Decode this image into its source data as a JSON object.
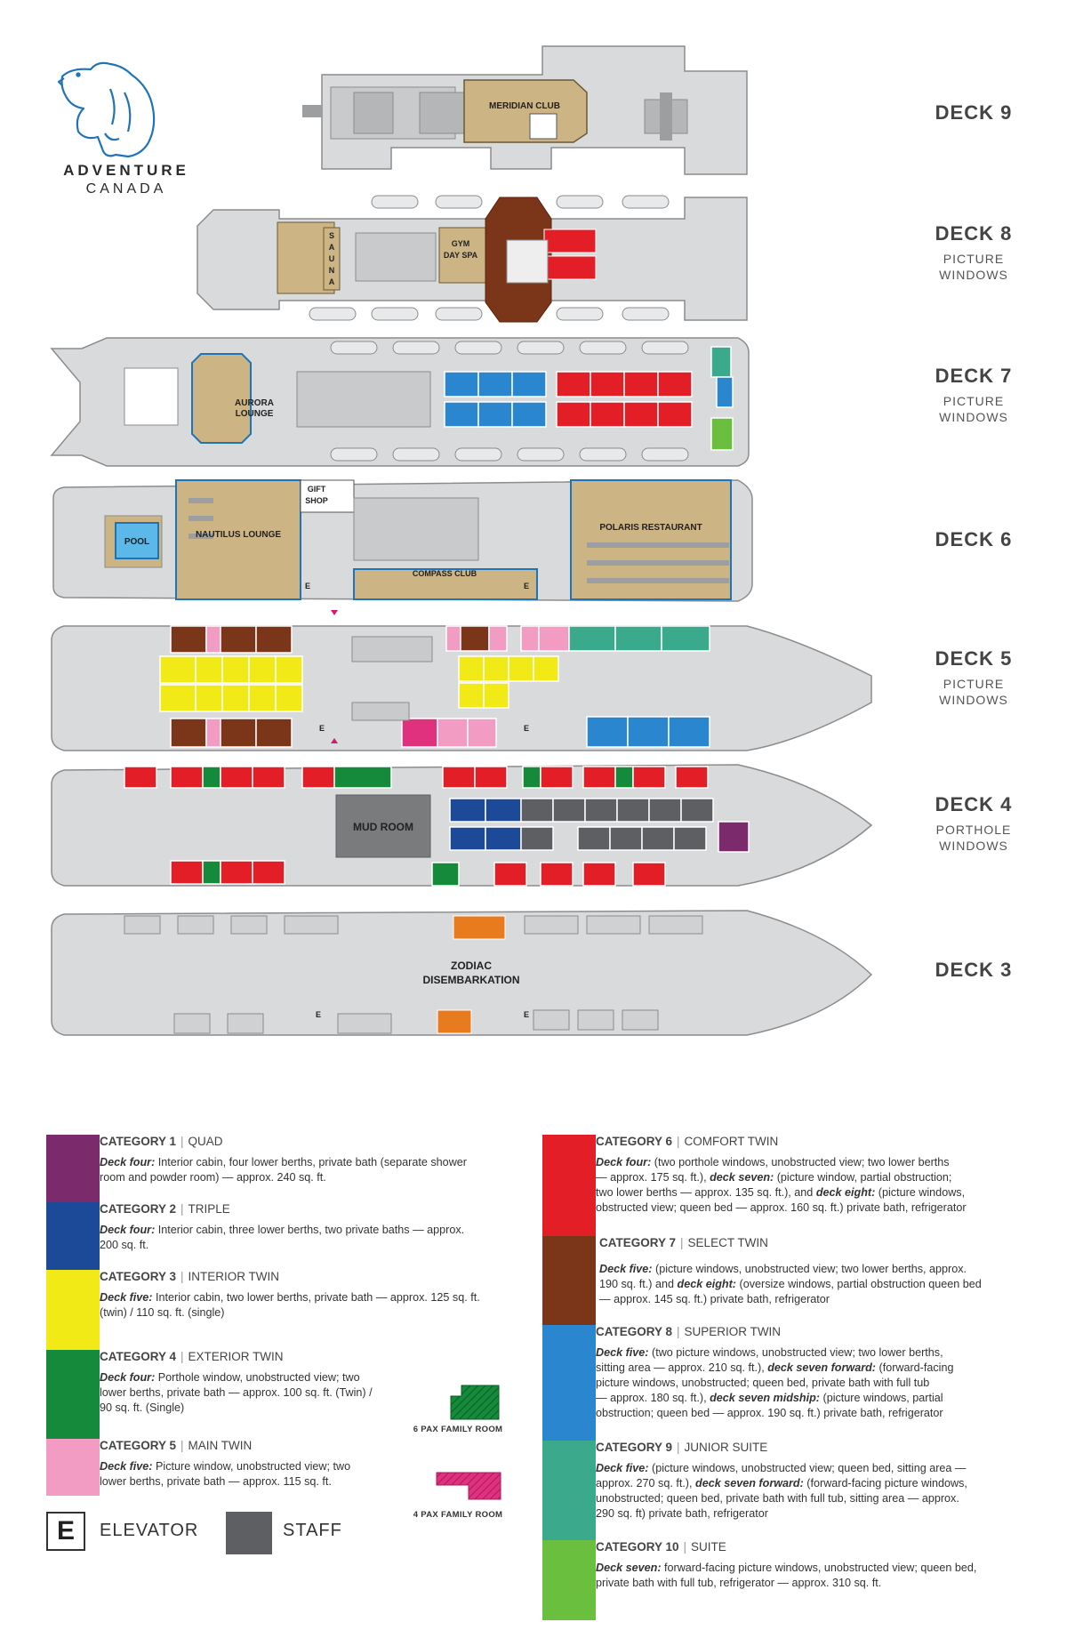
{
  "brand": {
    "line1": "ADVENTURE",
    "line2": "CANADA"
  },
  "decks": [
    {
      "name": "DECK 9",
      "note_line1": "",
      "note_line2": ""
    },
    {
      "name": "DECK 8",
      "note_line1": "PICTURE",
      "note_line2": "WINDOWS"
    },
    {
      "name": "DECK 7",
      "note_line1": "PICTURE",
      "note_line2": "WINDOWS"
    },
    {
      "name": "DECK 6",
      "note_line1": "",
      "note_line2": ""
    },
    {
      "name": "DECK 5",
      "note_line1": "PICTURE",
      "note_line2": "WINDOWS"
    },
    {
      "name": "DECK 4",
      "note_line1": "PORTHOLE",
      "note_line2": "WINDOWS"
    },
    {
      "name": "DECK 3",
      "note_line1": "",
      "note_line2": ""
    }
  ],
  "venues": {
    "meridian": "MERIDIAN CLUB",
    "gym": "GYM",
    "dayspa": "DAY SPA",
    "sauna": [
      "S",
      "A",
      "U",
      "N",
      "A"
    ],
    "aurora1": "AURORA",
    "aurora2": "LOUNGE",
    "gift1": "GIFT",
    "gift2": "SHOP",
    "pool": "POOL",
    "nautilus": "NAUTILUS LOUNGE",
    "polaris": "POLARIS RESTAURANT",
    "compass": "COMPASS CLUB",
    "mudroom": "MUD ROOM",
    "zodiac1": "ZODIAC",
    "zodiac2": "DISEMBARKATION",
    "elevator_mark": "E"
  },
  "categories": [
    {
      "id": "cat1",
      "title": "CATEGORY 1",
      "name": "QUAD",
      "color": "#7b2a6c",
      "desc": [
        {
          "b": "Deck four:",
          "t": " Interior cabin, four lower berths, private bath (separate shower"
        },
        {
          "b": "",
          "t": "room and powder room) — approx.  240 sq. ft."
        }
      ]
    },
    {
      "id": "cat2",
      "title": "CATEGORY 2",
      "name": "TRIPLE",
      "color": "#1c4a98",
      "desc": [
        {
          "b": "Deck four:",
          "t": " Interior cabin, three lower berths, two private baths — approx."
        },
        {
          "b": "",
          "t": "200 sq. ft."
        }
      ]
    },
    {
      "id": "cat3",
      "title": "CATEGORY 3",
      "name": "INTERIOR TWIN",
      "color": "#f2ea16",
      "desc": [
        {
          "b": "Deck five:",
          "t": " Interior cabin, two lower berths, private bath — approx. 125 sq. ft."
        },
        {
          "b": "",
          "t": "(twin) / 110 sq. ft. (single)"
        }
      ]
    },
    {
      "id": "cat4",
      "title": "CATEGORY 4",
      "name": "EXTERIOR TWIN",
      "color": "#148a3a",
      "desc": [
        {
          "b": "Deck four:",
          "t": " Porthole window, unobstructed view; two"
        },
        {
          "b": "",
          "t": "lower berths, private bath — approx. 100 sq. ft. (Twin) /"
        },
        {
          "b": "",
          "t": "90 sq. ft. (Single)"
        }
      ]
    },
    {
      "id": "cat5",
      "title": "CATEGORY 5",
      "name": "MAIN TWIN",
      "color": "#f29cc4",
      "desc": [
        {
          "b": "Deck five:",
          "t": " Picture window, unobstructed view; two"
        },
        {
          "b": "",
          "t": "lower berths, private bath — approx. 115 sq. ft."
        }
      ]
    },
    {
      "id": "cat6",
      "title": "CATEGORY 6",
      "name": "COMFORT TWIN",
      "color": "#e31e26",
      "desc": [
        {
          "b": "Deck four:",
          "t": " (two porthole windows, unobstructed view;  two lower berths"
        },
        {
          "b": "",
          "t": "— approx. 175 sq. ft.), "
        },
        {
          "b": "deck seven:",
          "t": " (picture window, partial obstruction;"
        },
        {
          "b": "",
          "t": "two lower berths — approx. 135 sq. ft.), and "
        },
        {
          "b": "deck eight:",
          "t": " (picture windows,"
        },
        {
          "b": "",
          "t": "obstructed view; queen bed — approx. 160 sq. ft.) private bath, refrigerator"
        }
      ]
    },
    {
      "id": "cat7",
      "title": "CATEGORY 7",
      "name": "SELECT TWIN",
      "color": "#7b3519",
      "desc": [
        {
          "b": "Deck five:",
          "t": " (picture windows, unobstructed view; two lower berths, approx."
        },
        {
          "b": "",
          "t": "190 sq. ft.) and "
        },
        {
          "b": "deck eight:",
          "t": " (oversize windows, partial obstruction queen bed"
        },
        {
          "b": "",
          "t": "— approx. 145 sq. ft.) private bath, refrigerator"
        }
      ]
    },
    {
      "id": "cat8",
      "title": "CATEGORY 8",
      "name": "SUPERIOR TWIN",
      "color": "#2a86cf",
      "desc": [
        {
          "b": "Deck five:",
          "t": " (two picture windows, unobstructed view; two lower berths,"
        },
        {
          "b": "",
          "t": "sitting area — approx. 210 sq. ft.), "
        },
        {
          "b": "deck seven forward:",
          "t": " (forward-facing"
        },
        {
          "b": "",
          "t": "picture windows, unobstructed; queen bed, private bath with full tub"
        },
        {
          "b": "",
          "t": "— approx. 180 sq. ft.), "
        },
        {
          "b": "deck seven midship:",
          "t": " (picture windows, partial"
        },
        {
          "b": "",
          "t": "obstruction; queen bed — approx. 190 sq. ft.)  private bath, refrigerator"
        }
      ]
    },
    {
      "id": "cat9",
      "title": "CATEGORY 9",
      "name": "JUNIOR SUITE",
      "color": "#3aa98c",
      "desc": [
        {
          "b": "Deck five:",
          "t": " (picture windows, unobstructed view; queen bed, sitting area —"
        },
        {
          "b": "",
          "t": "approx. 270 sq. ft.), "
        },
        {
          "b": "deck seven forward:",
          "t": " (forward-facing picture windows,"
        },
        {
          "b": "",
          "t": "unobstructed; queen bed, private bath with full tub, sitting area — approx."
        },
        {
          "b": "",
          "t": "290 sq. ft) private bath, refrigerator"
        }
      ]
    },
    {
      "id": "cat10",
      "title": "CATEGORY 10",
      "name": "SUITE",
      "color": "#6bbf3e",
      "desc": [
        {
          "b": "Deck seven:",
          "t": " forward-facing picture windows, unobstructed view; queen bed,"
        },
        {
          "b": "",
          "t": "private bath with full tub, refrigerator — approx. 310 sq. ft."
        }
      ]
    }
  ],
  "family_rooms": [
    {
      "label": "6 PAX FAMILY ROOM",
      "color": "#148a3a"
    },
    {
      "label": "4 PAX FAMILY ROOM",
      "color": "#e0317f"
    }
  ],
  "legend": {
    "elevator_mark": "E",
    "elevator": "ELEVATOR",
    "staff": "STAFF",
    "staff_color": "#5e5f62"
  },
  "colors": {
    "hull": "#d9dadb",
    "hull_stroke": "#8b8c8e",
    "public": "#cdb484",
    "accent_blue": "#1f74b9"
  }
}
